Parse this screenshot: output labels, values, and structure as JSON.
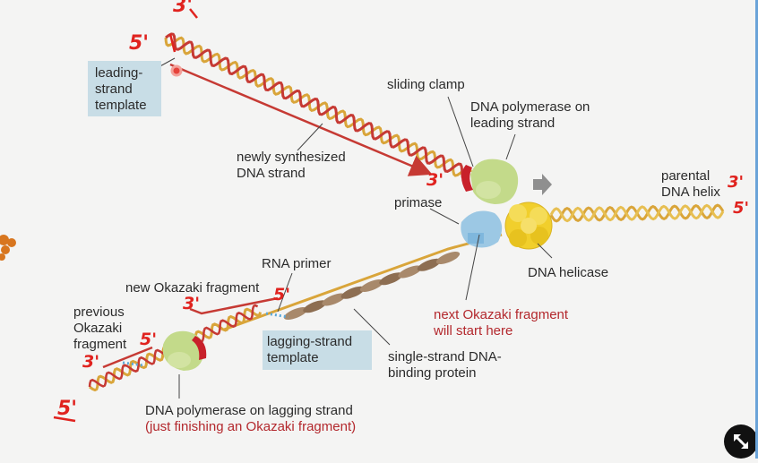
{
  "labels": {
    "leading_template": "leading-\nstrand\ntemplate",
    "newly_synthesized": "newly synthesized\nDNA strand",
    "sliding_clamp": "sliding clamp",
    "pol_leading": "DNA polymerase on\nleading strand",
    "parental_helix": "parental\nDNA helix",
    "primase": "primase",
    "helicase": "DNA helicase",
    "rna_primer": "RNA primer",
    "new_okazaki": "new Okazaki fragment",
    "previous_okazaki": "previous\nOkazaki\nfragment",
    "lagging_template": "lagging-strand\ntemplate",
    "ssb": "single-strand DNA-\nbinding protein",
    "next_okazaki": "next Okazaki fragment\nwill start here",
    "pol_lagging": "DNA polymerase on lagging strand",
    "pol_lagging_note": "(just finishing an Okazaki fragment)"
  },
  "annotations": {
    "five_prime": "5'",
    "three_prime": "3'"
  },
  "colors": {
    "label_text": "#2b2b2b",
    "red_text": "#b3282d",
    "annotation_ink": "#e0231f",
    "label_box": "#c8dde6",
    "strand_gold": "#d9a53a",
    "strand_red": "#c63a34",
    "polymerase_green": "#c3da8a",
    "helicase_yellow": "#f1cf2c",
    "primase_blue": "#9cc8e4",
    "ssb_brown": "#9a7c5e"
  },
  "icons": {
    "expand": "expand-arrows-icon",
    "movement_arrow": "right-arrow-icon"
  }
}
